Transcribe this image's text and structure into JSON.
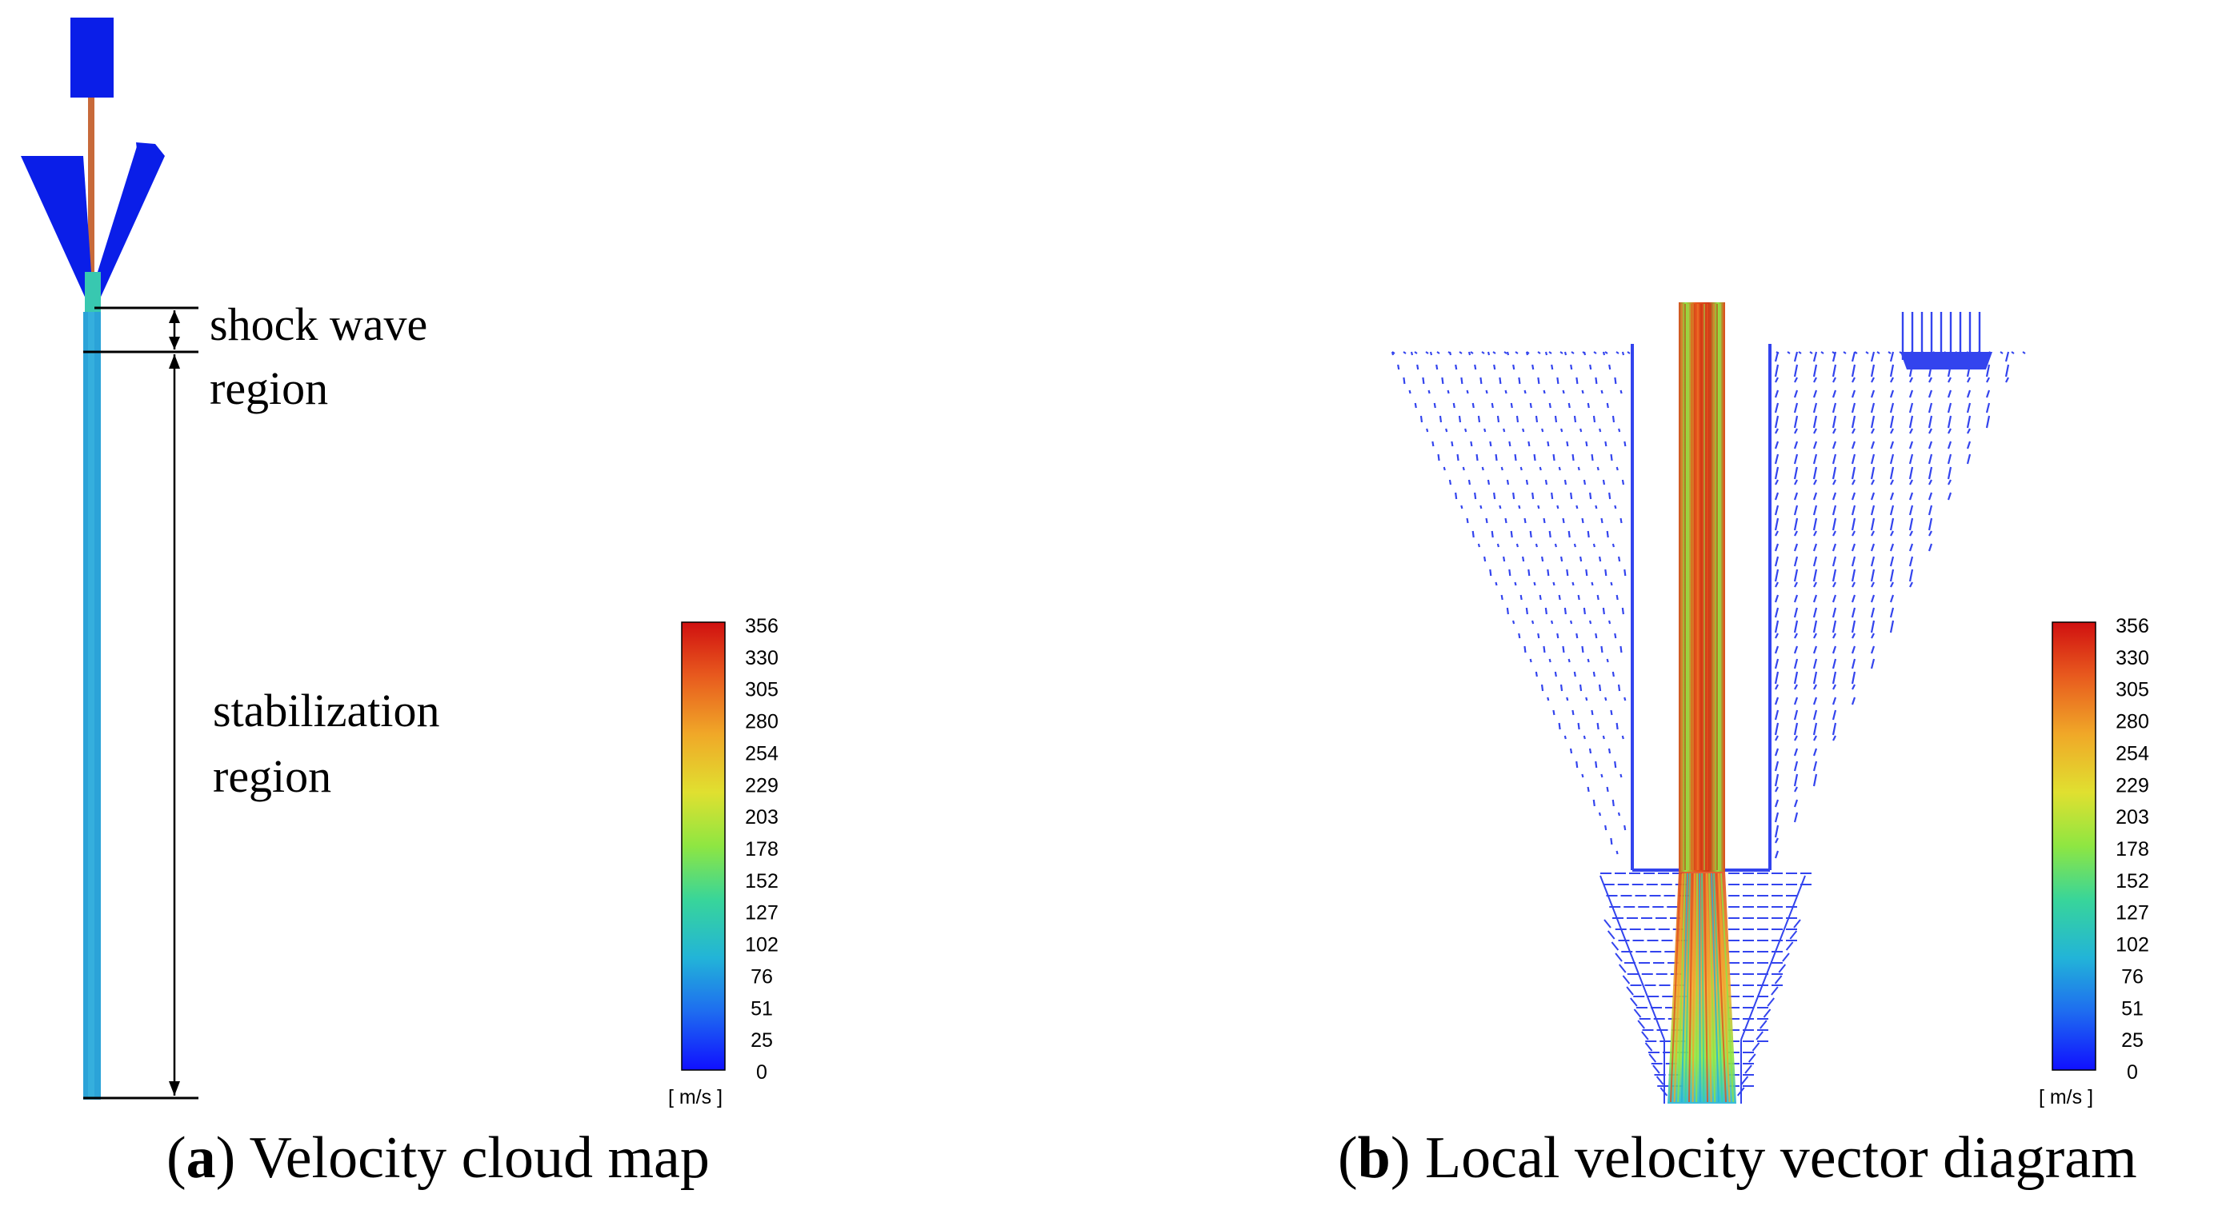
{
  "panel_a": {
    "label_letter": "a",
    "caption": "Velocity cloud map",
    "annotations": {
      "shock_line1": "shock wave",
      "shock_line2": "region",
      "stab_line1": "stabilization",
      "stab_line2": "region"
    },
    "jet_color": "#2ba3d8",
    "body_color": "#0a1ee8",
    "needle_color": "#c86a3a"
  },
  "panel_b": {
    "label_letter": "b",
    "caption": "Local velocity vector diagram",
    "core_color": "#e0401a",
    "vector_color": "#3344ee"
  },
  "colorbar": {
    "ticks": [
      "356",
      "330",
      "305",
      "280",
      "254",
      "229",
      "203",
      "178",
      "152",
      "127",
      "102",
      "76",
      "51",
      "25",
      "0"
    ],
    "unit": "[ m/s ]",
    "stops": [
      "#1010ff",
      "#1e6cf0",
      "#22b4d8",
      "#38d59a",
      "#8ee642",
      "#e0e030",
      "#f0a828",
      "#e85a1e",
      "#d01010"
    ]
  }
}
